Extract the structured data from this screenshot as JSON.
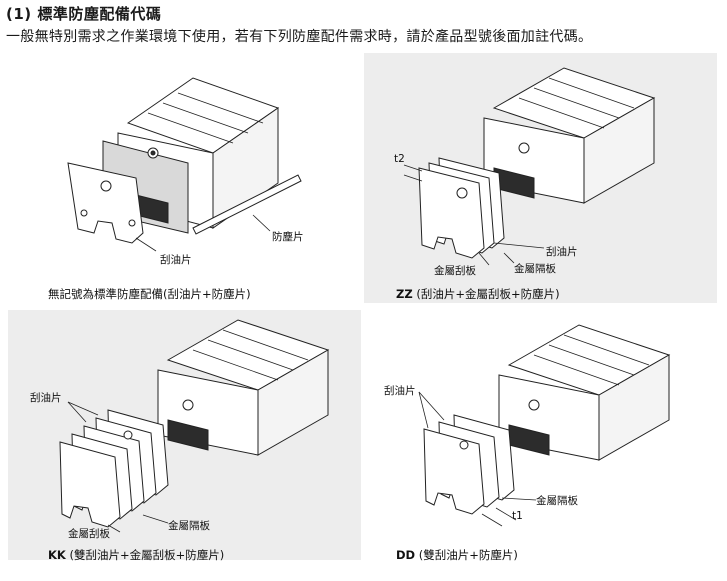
{
  "heading": "(1) 標準防塵配備代碼",
  "intro": "一般無特別需求之作業環境下使用，若有下列防塵配件需求時，請於產品型號後面加註代碼。",
  "panels": {
    "standard": {
      "caption": "無記號為標準防塵配備(刮油片+防塵片)",
      "labels": {
        "scraper": "刮油片",
        "dust_strip": "防塵片"
      }
    },
    "zz": {
      "code": "ZZ",
      "caption": " (刮油片+金屬刮板+防塵片)",
      "labels": {
        "t2": "t2",
        "scraper": "刮油片",
        "metal_scraper": "金屬刮板",
        "metal_spacer": "金屬隔板"
      }
    },
    "kk": {
      "code": "KK",
      "caption": " (雙刮油片+金屬刮板+防塵片)",
      "labels": {
        "scraper": "刮油片",
        "metal_scraper": "金屬刮板",
        "metal_spacer": "金屬隔板"
      }
    },
    "dd": {
      "code": "DD",
      "caption": " (雙刮油片+防塵片)",
      "labels": {
        "scraper": "刮油片",
        "metal_spacer": "金屬隔板",
        "t1": "t1"
      }
    }
  }
}
